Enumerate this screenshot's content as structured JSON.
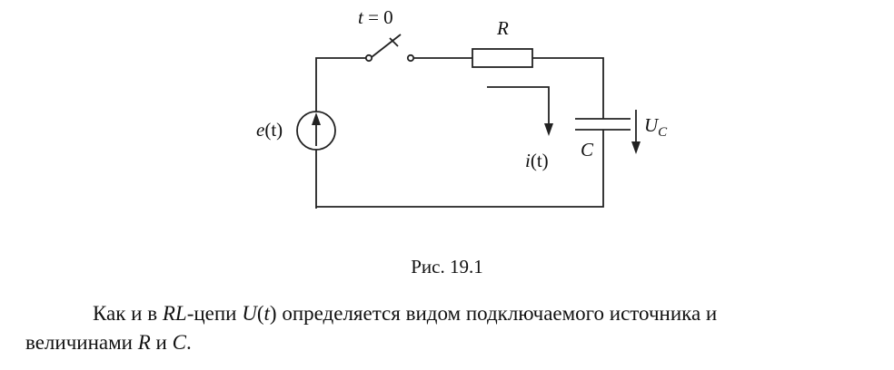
{
  "diagram": {
    "switch_label_t": "t",
    "switch_label_rest": " = 0",
    "resistor_label": "R",
    "source_label_e": "e",
    "source_label_t": "(t)",
    "current_label_i": "i",
    "current_label_t": "(t)",
    "capacitor_label": "C",
    "voltage_label_U": "U",
    "voltage_label_sub": "C"
  },
  "caption": "Рис. 19.1",
  "paragraph": {
    "p1": "Как и в ",
    "p2": "RL",
    "p3": "-цепи ",
    "p4": "U",
    "p5": "(",
    "p6": "t",
    "p7": ") определяется видом подключаемого источника и",
    "p8": "величинами ",
    "p9": "R",
    "p10": " и ",
    "p11": "C",
    "p12": "."
  }
}
